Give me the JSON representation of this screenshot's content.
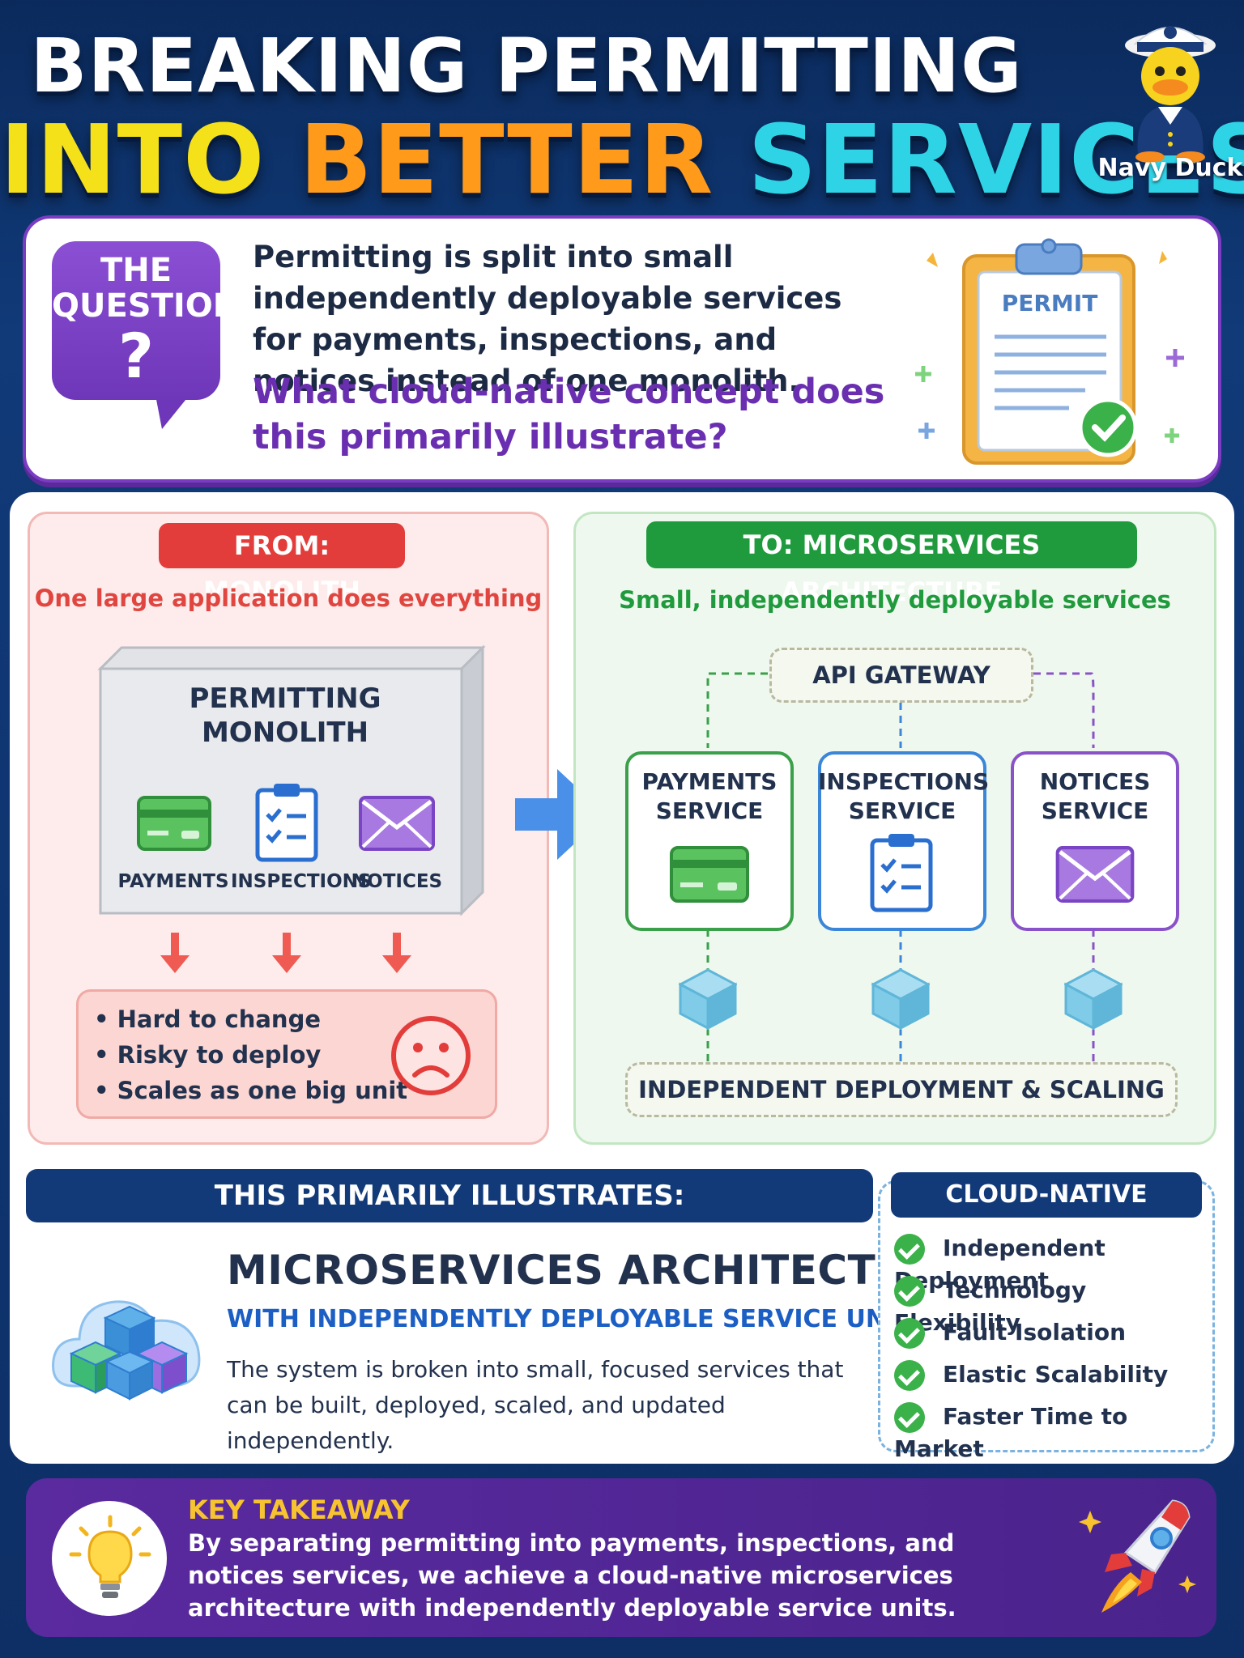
{
  "header": {
    "title_line1": "BREAKING PERMITTING",
    "title_line2_part1": "INTO",
    "title_line2_part2": "BETTER",
    "title_line2_part3": "SERVICES",
    "mascot_label": "Navy Duck"
  },
  "question": {
    "bubble_line1": "THE",
    "bubble_line2": "QUESTION",
    "bubble_mark": "?",
    "text": "Permitting is split into small independently deployable services for payments, inspections, and notices instead of one monolith.",
    "ask": "What cloud-native concept does this primarily illustrate?",
    "clipboard_label": "PERMIT"
  },
  "monolith": {
    "pill": "FROM: MONOLITH",
    "subtitle": "One large application does everything",
    "box_title_line1": "PERMITTING",
    "box_title_line2": "MONOLITH",
    "labels": [
      "PAYMENTS",
      "INSPECTIONS",
      "NOTICES"
    ],
    "cons": [
      "Hard to change",
      "Risky to deploy",
      "Scales as one big unit"
    ]
  },
  "microservices": {
    "pill": "TO: MICROSERVICES ARCHITECTURE",
    "subtitle": "Small, independently deployable services",
    "gateway": "API GATEWAY",
    "services": [
      {
        "line1": "PAYMENTS",
        "line2": "SERVICE"
      },
      {
        "line1": "INSPECTIONS",
        "line2": "SERVICE"
      },
      {
        "line1": "NOTICES",
        "line2": "SERVICE"
      }
    ],
    "deploy_bar": "INDEPENDENT DEPLOYMENT & SCALING"
  },
  "illustrates": {
    "bar": "THIS PRIMARILY ILLUSTRATES:",
    "title": "MICROSERVICES ARCHITECTURE",
    "subtitle": "WITH INDEPENDENTLY DEPLOYABLE SERVICE UNITS.",
    "description": "The system is broken into small, focused services that can be built, deployed, scaled, and updated independently."
  },
  "benefits": {
    "title": "CLOUD-NATIVE BENEFITS",
    "items": [
      "Independent Deployment",
      "Technology Flexibility",
      "Fault Isolation",
      "Elastic Scalability",
      "Faster Time to Market"
    ]
  },
  "takeaway": {
    "title": "KEY TAKEAWAY",
    "text": "By separating permitting into payments, inspections, and notices services, we achieve a cloud-native microservices architecture with independently deployable service units."
  },
  "colors": {
    "navy": "#123a78",
    "purple": "#6e36b8",
    "red": "#e23d3a",
    "green": "#1f9a3c",
    "blue": "#1c5fc4",
    "gold": "#f7c430"
  },
  "icons": [
    "duck-mascot-icon",
    "clipboard-permit-icon",
    "credit-card-icon",
    "checklist-icon",
    "envelope-icon",
    "down-arrow-icon",
    "sad-face-icon",
    "right-arrow-icon",
    "cube-icon",
    "cloud-cubes-icon",
    "check-icon",
    "light-bulb-icon",
    "rocket-icon"
  ]
}
